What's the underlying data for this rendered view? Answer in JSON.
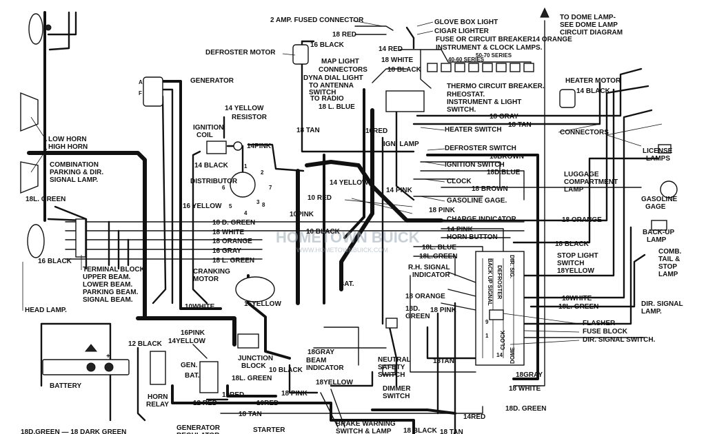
{
  "diagram": {
    "labels": {
      "fuse_conn": "2 AMP. FUSED CONNECTOR",
      "glove_box": "GLOVE BOX LIGHT",
      "cigar": "CIGAR LIGHTER",
      "fuse_breaker": "FUSE OR CIRCUIT BREAKER.",
      "instr_clock": "INSTRUMENT & CLOCK LAMPS.",
      "series_5070": "50-70 SERIES",
      "series_4060": "40-60 SERIES",
      "dome_lamp": "TO DOME LAMP-\nSEE DOME LAMP\nCIRCUIT DIAGRAM",
      "w_14orange_top": "14 ORANGE",
      "defroster_motor": "DEFROSTER MOTOR",
      "w_18red_a": "18 RED",
      "w_16black_a": "16 BLACK",
      "w_14red_a": "14 RED",
      "map_light": "MAP LIGHT",
      "w_18white_a": "18 WHITE",
      "connectors_a": "CONNECTORS",
      "w_18black_a": "18 BLACK",
      "dyna_dial": "DYNA DIAL LIGHT",
      "to_antenna": "TO ANTENNA",
      "switch_a": "SWITCH",
      "to_radio": "TO RADIO",
      "thermo": "THERMO CIRCUIT BREAKER.",
      "rheostat": "RHEOSTAT.",
      "instr_light_sw": "INSTRUMENT & LIGHT\nSWITCH.",
      "w_18lblue_a": "18 L. BLUE",
      "generator": "GENERATOR",
      "gen_a": "A",
      "gen_f": "F",
      "w_14yellow_a": "14 YELLOW",
      "resistor": "RESISTOR",
      "w_18tan_a": "18 TAN",
      "w_18gray_a": "18 GRAY",
      "w_18tan_b": "18 TAN",
      "heater_motor": "HEATER MOTOR",
      "w_14black_h": "14 BLACK",
      "ign_coil": "IGNITION\nCOIL",
      "w_14pink_a": "14PINK",
      "w_10red_a": "10RED",
      "ign_lamp": "IGN. LAMP",
      "heater_sw": "HEATER SWITCH",
      "connectors_b": "CONNECTORS",
      "low_horn": "LOW HORN",
      "high_horn": "HIGH HORN",
      "w_14black_a": "14 BLACK",
      "defroster_sw": "DEFROSTER SWITCH",
      "w_16brown": "16BROWN",
      "ign_sw": "IGNITION SWITCH",
      "w_18dblue": "18D.BLUE",
      "license_lamps": "LICENSE\nLAMPS",
      "combination": "COMBINATION\nPARKING & DIR.\nSIGNAL LAMP.",
      "distributor": "DISTRIBUTOR",
      "w_14yellow_b": "14 YELLOW",
      "clock": "CLOCK",
      "luggage": "LUGGAGE\nCOMPARTMENT\nLAMP",
      "w_14pink_b": "14 PINK",
      "w_18brown": "18 BROWN",
      "w_18lgreen_a": "18L. GREEN",
      "w_10red_b": "10 RED",
      "gas_gage": "GASOLINE GAGE.",
      "gasoline_gage": "GASOLINE\nGAGE",
      "w_16yellow": "16 YELLOW",
      "w_10pink": "10PINK",
      "w_18pink_a": "18 PINK",
      "charge_ind": "CHARGE INDICATOR",
      "w_18orange_r": "18 ORANGE",
      "w_18dgreen_a": "18 D. GREEN",
      "w_10black_a": "10 BLACK",
      "w_14pink_c": "14 PINK",
      "w_18white_b": "18 WHITE",
      "horn_button": "HORN BUTTON",
      "backup_lamp": "BACK-UP\nLAMP",
      "w_18orange_b": "18 ORANGE",
      "w_18lblue_b": "18L. BLUE",
      "w_18black_r": "18 BLACK",
      "w_16gray": "16 GRAY",
      "w_18lgreen_b": "18L.GREEN",
      "comb_tail": "COMB.\nTAIL &\nSTOP\nLAMP",
      "w_16black_b": "16 BLACK",
      "w_18lgreen_c": "18 L. GREEN",
      "terminal_block": "TERMINAL BLOCK.",
      "upper_beam": "UPPER BEAM.",
      "lower_beam": "LOWER BEAM.",
      "parking_beam": "PARKING BEAM.",
      "signal_beam": "SIGNAL BEAM.",
      "cranking_motor": "CRANKING\nMOTOR",
      "rh_signal": "R.H. SIGNAL\nINDICATOR",
      "stop_light_sw": "STOP LIGHT\nSWITCH",
      "w_18yellow_a": "18YELLOW",
      "head_lamp": "HEAD LAMP.",
      "w_10white": "10WHITE",
      "w_16yellow_b": "16YELLOW",
      "w_18orange_c": "18 ORANGE",
      "w_18dgreen_b": "18D.\nGREEN",
      "w_18pink_b": "18 PINK",
      "w_18white_c": "18WHITE",
      "w_18lgreen_d": "18L. GREEN",
      "dir_signal_lamp": "DIR. SIGNAL\nLAMP.",
      "bat_a": "BAT.",
      "flasher": "FLASHER",
      "fuse_block": "FUSE BLOCK",
      "dir_signal_sw": "DIR. SIGNAL SWITCH.",
      "w_16pink": "16PINK",
      "w_12black": "12 BLACK",
      "w_14yellow_c": "14YELLOW",
      "junction_block": "JUNCTION\nBLOCK",
      "w_18gray_b": "18GRAY",
      "beam_ind": "BEAM\nINDICATOR",
      "neutral_sw": "NEUTRAL\nSAFETY\nSWITCH",
      "w_18tan_c": "18TAN",
      "w_18gray_c": "18GRAY",
      "gen": "GEN.",
      "bat_b": "BAT.",
      "w_10black_b": "10 BLACK",
      "w_18lgreen_e": "18L. GREEN",
      "battery": "BATTERY",
      "w_18yellow_b": "18YELLOW",
      "w_18white_d": "18 WHITE",
      "dimmer_sw": "DIMMER\nSWITCH",
      "horn_relay": "HORN\nRELAY",
      "w_12red": "12 RED",
      "w_10red_c": "10RED",
      "w_10red_d": "10RED",
      "w_18pink_c": "18 PINK",
      "w_18dgreen_c": "18D. GREEN",
      "w_14red_b": "14RED",
      "w_18tan_d": "18 TAN",
      "generator_reg": "GENERATOR\nREGULATOR",
      "starter_relay": "STARTER\nRELAY",
      "brake_warning": "BRAKE WARNING\nSWITCH & LAMP",
      "w_18black_b": "18 BLACK",
      "w_18tan_e": "18 TAN",
      "legend": "18D.GREEN — 18 DARK GREEN",
      "dist_1": "1",
      "dist_2": "2",
      "dist_3": "3",
      "dist_4": "4",
      "dist_5": "5",
      "dist_6": "6",
      "dist_7": "7",
      "dist_8": "8",
      "fb_backup": "BACK UP SIGNAL",
      "fb_defroster": "DEFROSTER",
      "fb_dir": "DIR. SIG.",
      "fb_clock": "CLOCK",
      "fb_dome": "DOME",
      "fb_14": "14",
      "fb_9": "9",
      "fb_1": "1",
      "bat_plus": "+"
    },
    "watermark": {
      "main": "HOMETOWN BUICK",
      "sub": "WWW.HOMETOWNBUICK.COM"
    }
  }
}
